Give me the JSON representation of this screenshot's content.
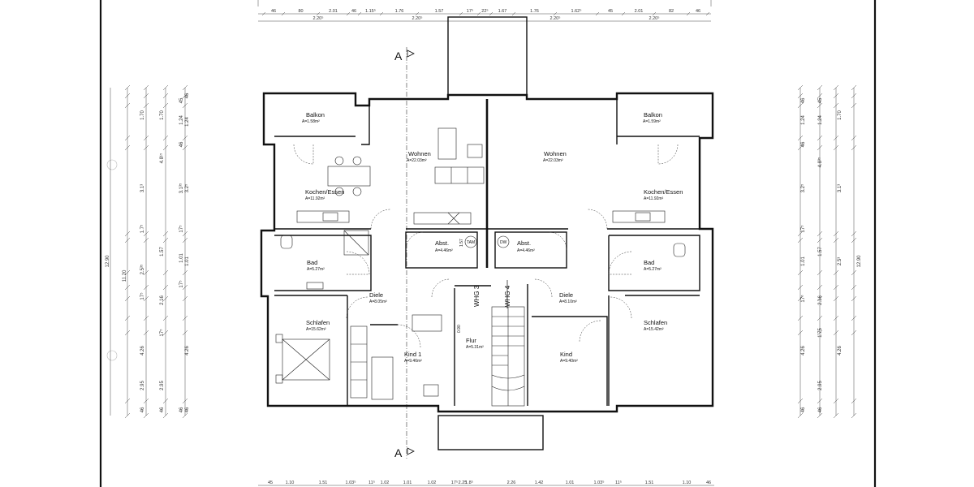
{
  "plan": {
    "section_marker": "A",
    "rooms": [
      {
        "id": "balkon_l",
        "name": "Balkon",
        "area": "A=1.58m²"
      },
      {
        "id": "balkon_r",
        "name": "Balkon",
        "area": "A=1.59m²"
      },
      {
        "id": "wohnen_l",
        "name": "Wohnen",
        "area": "A=22.03m²"
      },
      {
        "id": "wohnen_r",
        "name": "Wohnen",
        "area": "A=22.03m²"
      },
      {
        "id": "kochen_l",
        "name": "Kochen/Essen",
        "area": "A=11.92m²"
      },
      {
        "id": "kochen_r",
        "name": "Kochen/Essen",
        "area": "A=11.92m²"
      },
      {
        "id": "abst_l",
        "name": "Abst.",
        "area": "A=4.46m²"
      },
      {
        "id": "abst_r",
        "name": "Abst.",
        "area": "A=4.46m²"
      },
      {
        "id": "bad_l",
        "name": "Bad",
        "area": "A=5.27m²"
      },
      {
        "id": "bad_r",
        "name": "Bad",
        "area": "A=5.27m²"
      },
      {
        "id": "diele_l",
        "name": "Diele",
        "area": "A=8.05m²"
      },
      {
        "id": "diele_r",
        "name": "Diele",
        "area": "A=8.10m²"
      },
      {
        "id": "schlafen_l",
        "name": "Schlafen",
        "area": "A=15.62m²"
      },
      {
        "id": "schlafen_r",
        "name": "Schlafen",
        "area": "A=15.42m²"
      },
      {
        "id": "kind1",
        "name": "Kind 1",
        "area": "A=9.46m²"
      },
      {
        "id": "kind_r",
        "name": "Kind",
        "area": "A=9.40m²"
      },
      {
        "id": "flur",
        "name": "Flur",
        "area": "A=5.31m²"
      }
    ],
    "unit_labels": {
      "left": "WHG 3",
      "right": "WHG 4"
    },
    "appliance_labels": {
      "tam": "TAM",
      "dw": "DW"
    },
    "stair_dims": {
      "left": "0.90",
      "right": "1.57"
    }
  },
  "dimensions": {
    "top_row1": [
      "46",
      "80",
      "2.01",
      "46",
      "1.15⁵",
      "1.76",
      "1.57",
      "17⁵",
      "22⁵",
      "1.67",
      "1.76",
      "1.62⁵",
      "45",
      "2.01",
      "82",
      "46"
    ],
    "top_row2": [
      "2.20⁵",
      "2.20⁵",
      "2.20⁵",
      "2.20⁵"
    ],
    "bottom_row": [
      "45",
      "1.10",
      "1.51",
      "1.03⁵",
      "11⁵",
      "1.02",
      "1.01",
      "1.02",
      "17⁵",
      "2.25",
      "1.8⁵",
      "2.26",
      "1.42",
      "1.01",
      "1.03⁵",
      "11⁵",
      "1.51",
      "1.10",
      "46"
    ],
    "left_outer": [
      "12.90"
    ],
    "left_mid": [
      "11.20"
    ],
    "left_c3": [
      "1.70",
      "3.1³",
      "1.7⁵",
      "2.5³⁵",
      "17⁵",
      "4.26",
      "2.95",
      "46"
    ],
    "left_c4": [
      "1.70",
      "4.8¹⁵",
      "1.57",
      "2.16",
      "17⁵",
      "2.95",
      "46"
    ],
    "left_c5": [
      "45",
      "1.24",
      "46",
      "3.1³⁵",
      "17⁵",
      "1.01",
      "17⁵",
      "46"
    ],
    "left_c6": [
      "46",
      "1.24",
      "3.2⁵",
      "1.01",
      "4.26",
      "46"
    ],
    "right_outer": [
      "12.90"
    ],
    "right_c1": [
      "46",
      "1.24",
      "46",
      "3.2⁵",
      "17⁵",
      "1.01",
      "17⁵",
      "4.26",
      "46"
    ],
    "right_c2": [
      "45",
      "1.24",
      "4.8³⁵",
      "1.57",
      "2.16",
      "1.75",
      "2.95",
      "46"
    ],
    "right_c3": [
      "1.70",
      "3.1³",
      "2.5³",
      "4.26"
    ]
  },
  "colors": {
    "line": "#111111",
    "paper": "#ffffff"
  }
}
